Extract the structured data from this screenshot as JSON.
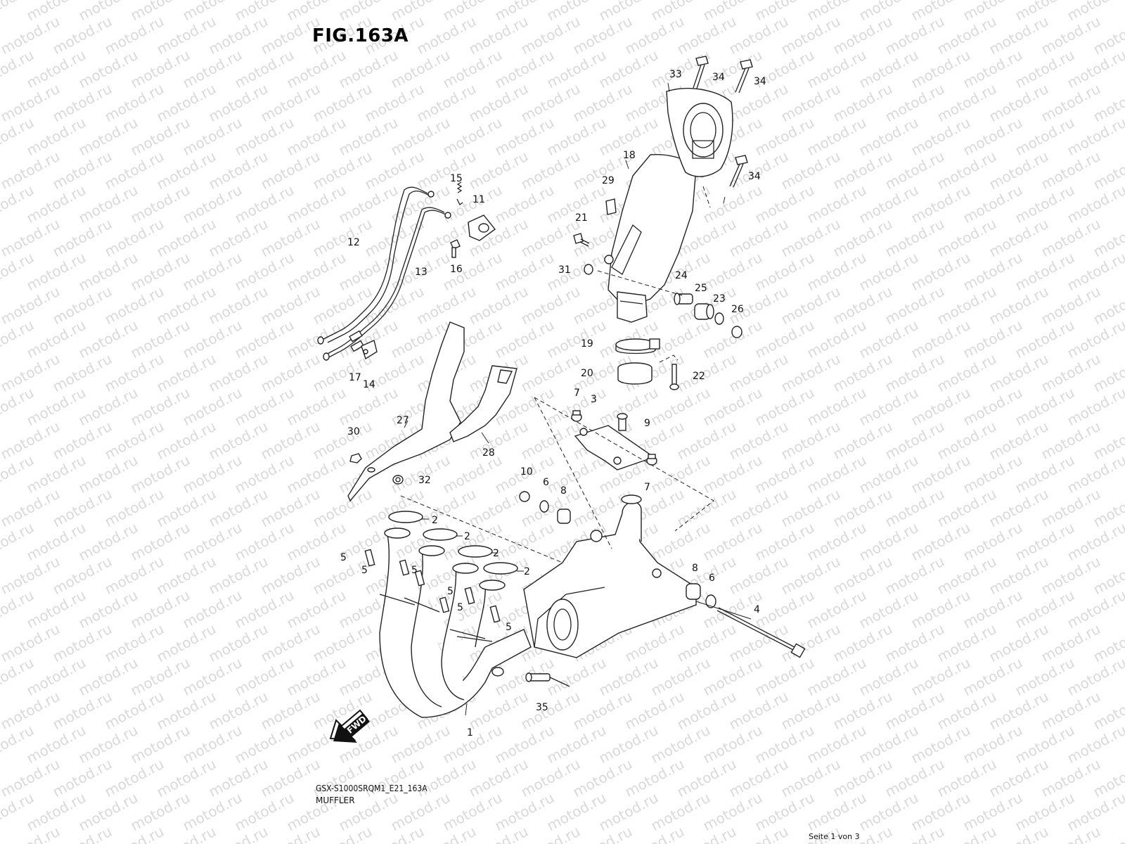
{
  "figure": {
    "title": "FIG.163A",
    "model_code": "GSX-S1000SRQM1_E21_163A",
    "assembly_name": "MUFFLER",
    "page_footer": "Seite 1 von 3",
    "watermark": "motod.ru"
  },
  "fwd_arrow_label": "FWD",
  "callouts": [
    {
      "id": "c1",
      "text": "1"
    },
    {
      "id": "c2a",
      "text": "2"
    },
    {
      "id": "c2b",
      "text": "2"
    },
    {
      "id": "c2c",
      "text": "2"
    },
    {
      "id": "c2d",
      "text": "2"
    },
    {
      "id": "c3",
      "text": "3"
    },
    {
      "id": "c4",
      "text": "4"
    },
    {
      "id": "c5a",
      "text": "5"
    },
    {
      "id": "c5b",
      "text": "5"
    },
    {
      "id": "c5c",
      "text": "5"
    },
    {
      "id": "c5d",
      "text": "5"
    },
    {
      "id": "c5e",
      "text": "5"
    },
    {
      "id": "c5f",
      "text": "5"
    },
    {
      "id": "c6a",
      "text": "6"
    },
    {
      "id": "c6b",
      "text": "6"
    },
    {
      "id": "c7a",
      "text": "7"
    },
    {
      "id": "c7b",
      "text": "7"
    },
    {
      "id": "c8a",
      "text": "8"
    },
    {
      "id": "c8b",
      "text": "8"
    },
    {
      "id": "c9",
      "text": "9"
    },
    {
      "id": "c10",
      "text": "10"
    },
    {
      "id": "c11",
      "text": "11"
    },
    {
      "id": "c12",
      "text": "12"
    },
    {
      "id": "c13",
      "text": "13"
    },
    {
      "id": "c14",
      "text": "14"
    },
    {
      "id": "c15",
      "text": "15"
    },
    {
      "id": "c16",
      "text": "16"
    },
    {
      "id": "c17",
      "text": "17"
    },
    {
      "id": "c18",
      "text": "18"
    },
    {
      "id": "c19",
      "text": "19"
    },
    {
      "id": "c20",
      "text": "20"
    },
    {
      "id": "c21",
      "text": "21"
    },
    {
      "id": "c22",
      "text": "22"
    },
    {
      "id": "c23",
      "text": "23"
    },
    {
      "id": "c24",
      "text": "24"
    },
    {
      "id": "c25",
      "text": "25"
    },
    {
      "id": "c26",
      "text": "26"
    },
    {
      "id": "c27",
      "text": "27"
    },
    {
      "id": "c28",
      "text": "28"
    },
    {
      "id": "c29",
      "text": "29"
    },
    {
      "id": "c30",
      "text": "30"
    },
    {
      "id": "c31",
      "text": "31"
    },
    {
      "id": "c32",
      "text": "32"
    },
    {
      "id": "c33",
      "text": "33"
    },
    {
      "id": "c34a",
      "text": "34"
    },
    {
      "id": "c34b",
      "text": "34"
    },
    {
      "id": "c34c",
      "text": "34"
    },
    {
      "id": "c35",
      "text": "35"
    }
  ]
}
